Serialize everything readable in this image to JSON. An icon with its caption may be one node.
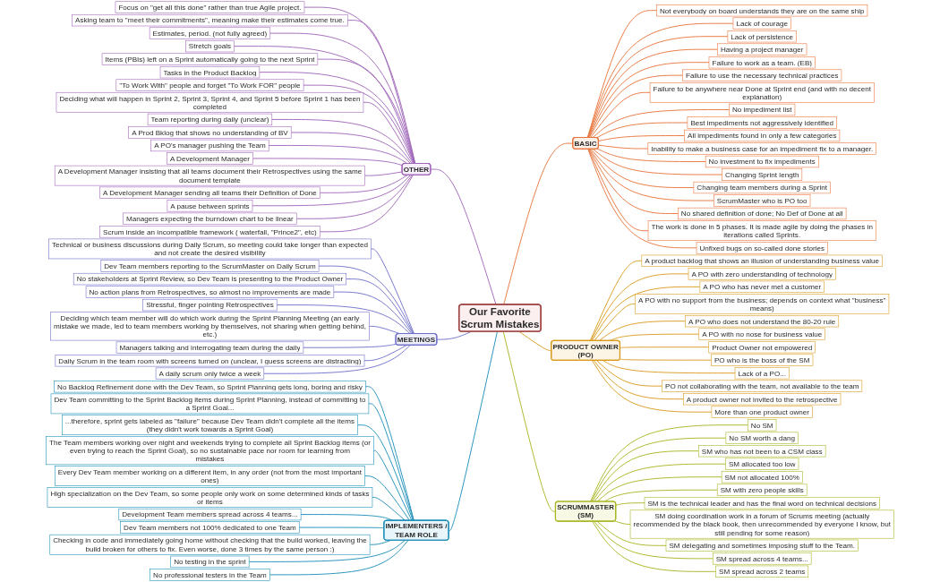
{
  "diagram": {
    "nodes": [
      {
        "text": [
          "Our Favorite Scrum Mistakes"
        ]
      },
      {
        "text": [
          "OTHER"
        ]
      },
      {
        "text": [
          "Focus on \"get all this done\" rather than true Agile project."
        ]
      },
      {
        "text": [
          "Asking team to \"meet their commitments\", meaning make their estimates come true."
        ]
      },
      {
        "text": [
          "Estimates, period. (not fully agreed)"
        ]
      },
      {
        "text": [
          "Stretch goals"
        ]
      },
      {
        "text": [
          "Items (PBIs) left on a Sprint automatically going to the next Sprint"
        ]
      },
      {
        "text": [
          "Tasks in the Product Backlog"
        ]
      },
      {
        "text": [
          "\"To Work With\" people and forget \"To Work FOR\" people"
        ]
      },
      {
        "text": [
          "Deciding what will happen in Sprint 2, Sprint 3, Sprint 4, and Sprint 5 before Sprint 1 has been completed"
        ]
      },
      {
        "text": [
          "Team reporting during daily (unclear)"
        ]
      },
      {
        "text": [
          "A Prod Bklog that shows no understanding of BV"
        ]
      },
      {
        "text": [
          "A PO's manager pushing the Team"
        ]
      },
      {
        "text": [
          "A Development Manager"
        ]
      },
      {
        "text": [
          "A Development Manager insisting that all teams document their Retrospectives using the same document template"
        ]
      },
      {
        "text": [
          "A Development Manager sending all teams their Definition of Done"
        ]
      },
      {
        "text": [
          "A pause between sprints"
        ]
      },
      {
        "text": [
          "Managers expecting the burndown chart to be linear"
        ]
      },
      {
        "text": [
          "Scrum inside an incompatible framework ( waterfall, \"Prince2\", etc)"
        ]
      },
      {
        "text": [
          "MEETINGS"
        ]
      },
      {
        "text": [
          "Technical or business discussions during Daily Scrum, so meeting could take longer than expected and not create the desired visibility"
        ]
      },
      {
        "text": [
          "Dev Team members reporting to the ScrumMaster on Daily Scrum"
        ]
      },
      {
        "text": [
          "No stakeholders at Sprint Review, so Dev Team is presenting to the Product Owner"
        ]
      },
      {
        "text": [
          "No action plans from Retrospectives, so almost no improvements are made"
        ]
      },
      {
        "text": [
          "Stressful, finger pointing Retrospectives"
        ]
      },
      {
        "text": [
          "Deciding which team member will do which work during the Sprint Planning Meeting (an early mistake we made, led to team members working by themselves, not sharing when getting behind, etc.)"
        ]
      },
      {
        "text": [
          "Managers talking and interrogating team during the daily"
        ]
      },
      {
        "text": [
          "Daily Scrum in the team room with screens turned on (unclear, I guess screens are distracting)"
        ]
      },
      {
        "text": [
          "A daily scrum only twice a week"
        ]
      },
      {
        "text": [
          "IMPLEMENTERS / TEAM ROLE"
        ]
      },
      {
        "text": [
          "No Backlog Refinement done with the Dev Team, so Sprint Planning gets long, boring and risky"
        ]
      },
      {
        "text": [
          "Dev Team committing to the Sprint Backlog items during Sprint Planning, instead of committing to a Sprint Goal..."
        ]
      },
      {
        "text": [
          "...therefore, sprint gets labeled as \"failure\" because Dev Team didn't complete all the items (they didn't work towards a Sprint Goal)"
        ]
      },
      {
        "text": [
          "The Team members working over night and weekends trying to complete all Sprint Backlog items (or even trying to reach the Sprint Goal), so no sustainable pace nor room for learning from mistakes"
        ]
      },
      {
        "text": [
          "Every Dev Team member working on a different item, in any order (not from the most important ones)"
        ]
      },
      {
        "text": [
          "High specialization on the Dev Team, so some people only work on some determined kinds of tasks or items"
        ]
      },
      {
        "text": [
          "Development Team members spread across 4 teams..."
        ]
      },
      {
        "text": [
          "Dev Team members not 100% dedicated to one Team"
        ]
      },
      {
        "text": [
          "Checking in code and immediately going home without checking that the build worked, leaving the build broken for others to fix. Even worse, done 3 times by the same person :)"
        ]
      },
      {
        "text": [
          "No testing in the sprint"
        ]
      },
      {
        "text": [
          "No professional testers in the Team"
        ]
      },
      {
        "text": [
          "BASIC"
        ]
      },
      {
        "text": [
          "Not everybody on board understands they are on the same ship"
        ]
      },
      {
        "text": [
          "Lack of courage"
        ]
      },
      {
        "text": [
          "Lack of persistence"
        ]
      },
      {
        "text": [
          "Having a project manager"
        ]
      },
      {
        "text": [
          "Failure to work as a team. (EB)"
        ]
      },
      {
        "text": [
          "Failure to use the necessary technical practices"
        ]
      },
      {
        "text": [
          "Failure to be anywhere near Done at Sprint end (and with no decent explanation)"
        ]
      },
      {
        "text": [
          "No impediment list"
        ]
      },
      {
        "text": [
          "Best impediments not aggressively identified"
        ]
      },
      {
        "text": [
          "All impediments found in only a few categories"
        ]
      },
      {
        "text": [
          "Inability to make a business case for an impediment fix to a manager."
        ]
      },
      {
        "text": [
          "No investment to fix impediments"
        ]
      },
      {
        "text": [
          "Changing Sprint length"
        ]
      },
      {
        "text": [
          "Changing team members during a Sprint"
        ]
      },
      {
        "text": [
          "ScrumMaster who is PO too"
        ]
      },
      {
        "text": [
          "No shared definition of done; No Def of Done at all"
        ]
      },
      {
        "text": [
          "The work is done in 5 phases. It is made agile by doing the phases in iterations called Sprints."
        ]
      },
      {
        "text": [
          "Unfixed bugs on so-called done stories"
        ]
      },
      {
        "text": [
          "PRODUCT OWNER (PO)"
        ]
      },
      {
        "text": [
          "A product backlog that shows an illusion of understanding business value"
        ]
      },
      {
        "text": [
          "A PO with zero understanding of technology"
        ]
      },
      {
        "text": [
          "A PO who has never met a customer"
        ]
      },
      {
        "text": [
          "A PO with no support from the business; depends on context what \"business\" means)"
        ]
      },
      {
        "text": [
          "A PO who does not understand the 80-20 rule"
        ]
      },
      {
        "text": [
          "A PO with no nose for business value"
        ]
      },
      {
        "text": [
          "Product Owner not empowered"
        ]
      },
      {
        "text": [
          "PO who is the boss of the SM"
        ]
      },
      {
        "text": [
          "Lack of a PO..."
        ]
      },
      {
        "text": [
          "PO not collaborating with the team, not available to the team"
        ]
      },
      {
        "text": [
          "A product owner not invited to the retrospective"
        ]
      },
      {
        "text": [
          "More than one product owner"
        ]
      },
      {
        "text": [
          "SCRUMMASTER (SM)"
        ]
      },
      {
        "text": [
          "No SM"
        ]
      },
      {
        "text": [
          "No SM worth a dang"
        ]
      },
      {
        "text": [
          "SM who has not been to a CSM class"
        ]
      },
      {
        "text": [
          "SM allocated too low"
        ]
      },
      {
        "text": [
          "SM not allocated 100%"
        ]
      },
      {
        "text": [
          "SM with zero people skills"
        ]
      },
      {
        "text": [
          "SM is the technical leader and has the final word on technical decisions"
        ]
      },
      {
        "text": [
          "SM doing coordination work in a forum of Scrums meeting (actually recommended by the black book, then unrecommended by everyone I know, but still pending for some reason)"
        ]
      },
      {
        "text": [
          "SM delegating and sometimes imposing stuff to the Team."
        ]
      },
      {
        "text": [
          "SM spread across 4 teams..."
        ]
      },
      {
        "text": [
          "SM spread across 2 teams"
        ]
      }
    ],
    "edges": [
      {
        "from": 1,
        "to": 0,
        "arrow": "none",
        "color": "#a066b8"
      },
      {
        "from": 2,
        "to": 1,
        "arrow": "none",
        "color": "#a066b8"
      },
      {
        "from": 3,
        "to": 1,
        "arrow": "none",
        "color": "#a066b8"
      },
      {
        "from": 4,
        "to": 1,
        "arrow": "none",
        "color": "#a066b8"
      },
      {
        "from": 5,
        "to": 1,
        "arrow": "none",
        "color": "#a066b8"
      },
      {
        "from": 6,
        "to": 1,
        "arrow": "none",
        "color": "#a066b8"
      },
      {
        "from": 7,
        "to": 1,
        "arrow": "none",
        "color": "#a066b8"
      },
      {
        "from": 8,
        "to": 1,
        "arrow": "none",
        "color": "#a066b8"
      },
      {
        "from": 9,
        "to": 1,
        "arrow": "none",
        "color": "#a066b8"
      },
      {
        "from": 10,
        "to": 1,
        "arrow": "none",
        "color": "#a066b8"
      },
      {
        "from": 11,
        "to": 1,
        "arrow": "none",
        "color": "#a066b8"
      },
      {
        "from": 12,
        "to": 1,
        "arrow": "none",
        "color": "#a066b8"
      },
      {
        "from": 13,
        "to": 1,
        "arrow": "none",
        "color": "#a066b8"
      },
      {
        "from": 14,
        "to": 1,
        "arrow": "none",
        "color": "#a066b8"
      },
      {
        "from": 15,
        "to": 1,
        "arrow": "none",
        "color": "#a066b8"
      },
      {
        "from": 16,
        "to": 1,
        "arrow": "none",
        "color": "#a066b8"
      },
      {
        "from": 17,
        "to": 1,
        "arrow": "none",
        "color": "#a066b8"
      },
      {
        "from": 18,
        "to": 1,
        "arrow": "none",
        "color": "#a066b8"
      },
      {
        "from": 19,
        "to": 0,
        "arrow": "none",
        "color": "#6f6fc9"
      },
      {
        "from": 20,
        "to": 19,
        "arrow": "none",
        "color": "#6f6fc9"
      },
      {
        "from": 21,
        "to": 19,
        "arrow": "none",
        "color": "#6f6fc9"
      },
      {
        "from": 22,
        "to": 19,
        "arrow": "none",
        "color": "#6f6fc9"
      },
      {
        "from": 23,
        "to": 19,
        "arrow": "none",
        "color": "#6f6fc9"
      },
      {
        "from": 24,
        "to": 19,
        "arrow": "none",
        "color": "#6f6fc9"
      },
      {
        "from": 25,
        "to": 19,
        "arrow": "none",
        "color": "#6f6fc9"
      },
      {
        "from": 26,
        "to": 19,
        "arrow": "none",
        "color": "#6f6fc9"
      },
      {
        "from": 27,
        "to": 19,
        "arrow": "none",
        "color": "#6f6fc9"
      },
      {
        "from": 28,
        "to": 19,
        "arrow": "none",
        "color": "#6f6fc9"
      },
      {
        "from": 29,
        "to": 0,
        "arrow": "none",
        "color": "#1b8db8"
      },
      {
        "from": 30,
        "to": 29,
        "arrow": "none",
        "color": "#1b8db8"
      },
      {
        "from": 31,
        "to": 29,
        "arrow": "none",
        "color": "#1b8db8"
      },
      {
        "from": 32,
        "to": 29,
        "arrow": "none",
        "color": "#1b8db8"
      },
      {
        "from": 33,
        "to": 29,
        "arrow": "none",
        "color": "#1b8db8"
      },
      {
        "from": 34,
        "to": 29,
        "arrow": "none",
        "color": "#1b8db8"
      },
      {
        "from": 35,
        "to": 29,
        "arrow": "none",
        "color": "#1b8db8"
      },
      {
        "from": 36,
        "to": 29,
        "arrow": "none",
        "color": "#1b8db8"
      },
      {
        "from": 37,
        "to": 29,
        "arrow": "none",
        "color": "#1b8db8"
      },
      {
        "from": 38,
        "to": 29,
        "arrow": "none",
        "color": "#1b8db8"
      },
      {
        "from": 39,
        "to": 29,
        "arrow": "none",
        "color": "#1b8db8"
      },
      {
        "from": 40,
        "to": 29,
        "arrow": "none",
        "color": "#1b8db8"
      },
      {
        "from": 0,
        "to": 41,
        "arrow": "none",
        "color": "#e8743b"
      },
      {
        "from": 41,
        "to": 42,
        "arrow": "none",
        "color": "#e8743b"
      },
      {
        "from": 41,
        "to": 43,
        "arrow": "none",
        "color": "#e8743b"
      },
      {
        "from": 41,
        "to": 44,
        "arrow": "none",
        "color": "#e8743b"
      },
      {
        "from": 41,
        "to": 45,
        "arrow": "none",
        "color": "#e8743b"
      },
      {
        "from": 41,
        "to": 46,
        "arrow": "none",
        "color": "#e8743b"
      },
      {
        "from": 41,
        "to": 47,
        "arrow": "none",
        "color": "#e8743b"
      },
      {
        "from": 41,
        "to": 48,
        "arrow": "none",
        "color": "#e8743b"
      },
      {
        "from": 41,
        "to": 49,
        "arrow": "none",
        "color": "#e8743b"
      },
      {
        "from": 41,
        "to": 50,
        "arrow": "none",
        "color": "#e8743b"
      },
      {
        "from": 41,
        "to": 51,
        "arrow": "none",
        "color": "#e8743b"
      },
      {
        "from": 41,
        "to": 52,
        "arrow": "none",
        "color": "#e8743b"
      },
      {
        "from": 41,
        "to": 53,
        "arrow": "none",
        "color": "#e8743b"
      },
      {
        "from": 41,
        "to": 54,
        "arrow": "none",
        "color": "#e8743b"
      },
      {
        "from": 41,
        "to": 55,
        "arrow": "none",
        "color": "#e8743b"
      },
      {
        "from": 41,
        "to": 56,
        "arrow": "none",
        "color": "#e8743b"
      },
      {
        "from": 41,
        "to": 57,
        "arrow": "none",
        "color": "#e8743b"
      },
      {
        "from": 41,
        "to": 58,
        "arrow": "none",
        "color": "#e8743b"
      },
      {
        "from": 41,
        "to": 59,
        "arrow": "none",
        "color": "#e8743b"
      },
      {
        "from": 0,
        "to": 60,
        "arrow": "none",
        "color": "#d99a1c"
      },
      {
        "from": 60,
        "to": 61,
        "arrow": "none",
        "color": "#d99a1c"
      },
      {
        "from": 60,
        "to": 62,
        "arrow": "none",
        "color": "#d99a1c"
      },
      {
        "from": 60,
        "to": 63,
        "arrow": "none",
        "color": "#d99a1c"
      },
      {
        "from": 60,
        "to": 64,
        "arrow": "none",
        "color": "#d99a1c"
      },
      {
        "from": 60,
        "to": 65,
        "arrow": "none",
        "color": "#d99a1c"
      },
      {
        "from": 60,
        "to": 66,
        "arrow": "none",
        "color": "#d99a1c"
      },
      {
        "from": 60,
        "to": 67,
        "arrow": "none",
        "color": "#d99a1c"
      },
      {
        "from": 60,
        "to": 68,
        "arrow": "none",
        "color": "#d99a1c"
      },
      {
        "from": 60,
        "to": 69,
        "arrow": "none",
        "color": "#d99a1c"
      },
      {
        "from": 60,
        "to": 70,
        "arrow": "none",
        "color": "#d99a1c"
      },
      {
        "from": 60,
        "to": 71,
        "arrow": "none",
        "color": "#d99a1c"
      },
      {
        "from": 60,
        "to": 72,
        "arrow": "none",
        "color": "#d99a1c"
      },
      {
        "from": 0,
        "to": 73,
        "arrow": "none",
        "color": "#a8b520"
      },
      {
        "from": 73,
        "to": 74,
        "arrow": "none",
        "color": "#a8b520"
      },
      {
        "from": 73,
        "to": 75,
        "arrow": "none",
        "color": "#a8b520"
      },
      {
        "from": 73,
        "to": 76,
        "arrow": "none",
        "color": "#a8b520"
      },
      {
        "from": 73,
        "to": 77,
        "arrow": "none",
        "color": "#a8b520"
      },
      {
        "from": 73,
        "to": 78,
        "arrow": "none",
        "color": "#a8b520"
      },
      {
        "from": 73,
        "to": 79,
        "arrow": "none",
        "color": "#a8b520"
      },
      {
        "from": 73,
        "to": 80,
        "arrow": "none",
        "color": "#a8b520"
      },
      {
        "from": 73,
        "to": 81,
        "arrow": "none",
        "color": "#a8b520"
      },
      {
        "from": 73,
        "to": 82,
        "arrow": "none",
        "color": "#a8b520"
      },
      {
        "from": 73,
        "to": 83,
        "arrow": "none",
        "color": "#a8b520"
      },
      {
        "from": 73,
        "to": 84,
        "arrow": "none",
        "color": "#a8b520"
      }
    ]
  }
}
